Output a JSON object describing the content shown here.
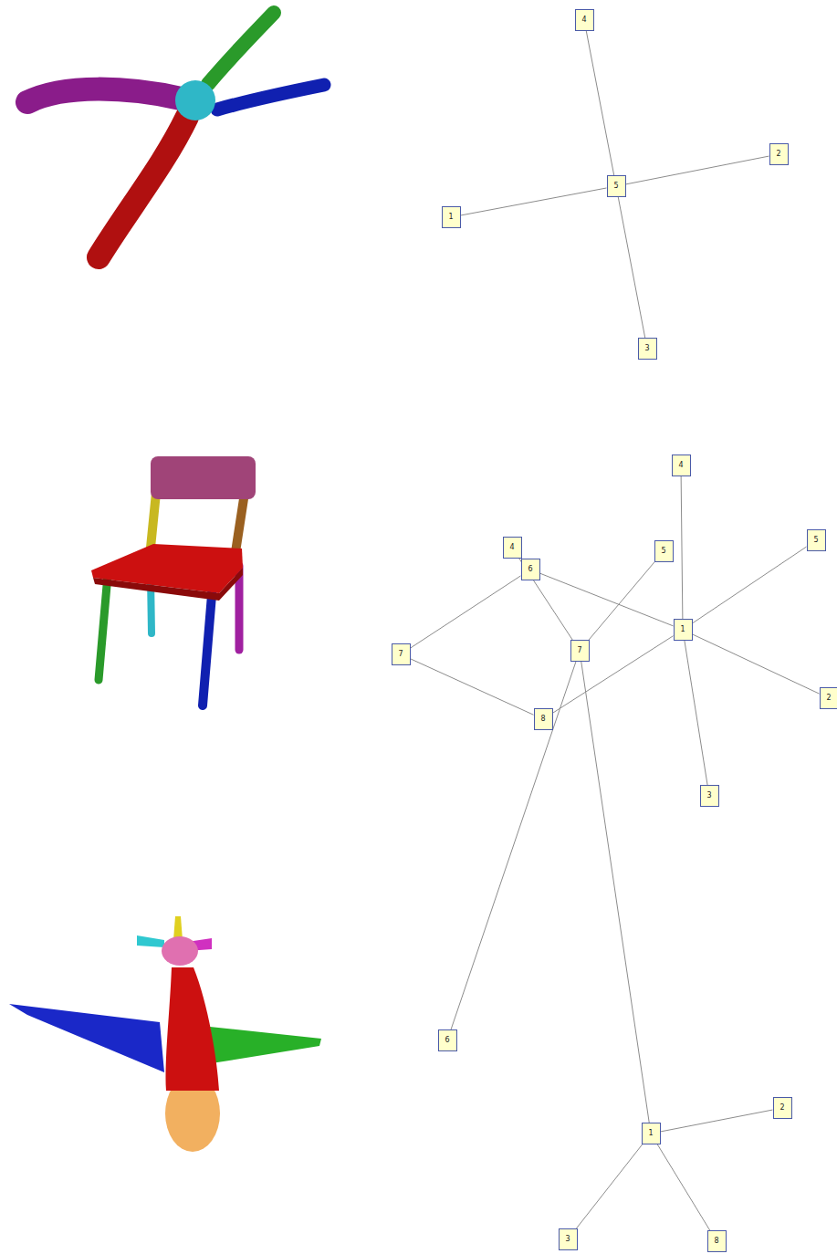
{
  "diagram": {
    "nodes": [
      {
        "text": [
          "4"
        ]
      },
      {
        "text": [
          "2"
        ]
      },
      {
        "text": [
          "5"
        ]
      },
      {
        "text": [
          "1"
        ]
      },
      {
        "text": [
          "3"
        ]
      },
      {
        "text": [
          "4"
        ]
      },
      {
        "text": [
          "5"
        ]
      },
      {
        "text": [
          "6"
        ]
      },
      {
        "text": [
          "1"
        ]
      },
      {
        "text": [
          "7"
        ]
      },
      {
        "text": [
          "2"
        ]
      },
      {
        "text": [
          "8"
        ]
      },
      {
        "text": [
          "3"
        ]
      },
      {
        "text": [
          "4"
        ]
      },
      {
        "text": [
          "5"
        ]
      },
      {
        "text": [
          "7"
        ]
      },
      {
        "text": [
          "6"
        ]
      },
      {
        "text": [
          "2"
        ]
      },
      {
        "text": [
          "1"
        ]
      },
      {
        "text": [
          "3"
        ]
      },
      {
        "text": [
          "8"
        ]
      }
    ],
    "edges": [
      {
        "from": 2,
        "to": 0,
        "arrow": "none"
      },
      {
        "from": 2,
        "to": 1,
        "arrow": "none"
      },
      {
        "from": 2,
        "to": 3,
        "arrow": "none"
      },
      {
        "from": 2,
        "to": 4,
        "arrow": "none"
      },
      {
        "from": 8,
        "to": 5,
        "arrow": "none"
      },
      {
        "from": 8,
        "to": 6,
        "arrow": "none"
      },
      {
        "from": 8,
        "to": 10,
        "arrow": "none"
      },
      {
        "from": 8,
        "to": 12,
        "arrow": "none"
      },
      {
        "from": 8,
        "to": 7,
        "arrow": "none"
      },
      {
        "from": 8,
        "to": 11,
        "arrow": "none"
      },
      {
        "from": 7,
        "to": 9,
        "arrow": "none"
      },
      {
        "from": 9,
        "to": 11,
        "arrow": "none"
      },
      {
        "from": 15,
        "to": 13,
        "arrow": "none"
      },
      {
        "from": 15,
        "to": 14,
        "arrow": "none"
      },
      {
        "from": 15,
        "to": 16,
        "arrow": "none"
      },
      {
        "from": 15,
        "to": 18,
        "arrow": "none"
      },
      {
        "from": 18,
        "to": 17,
        "arrow": "none"
      },
      {
        "from": 18,
        "to": 19,
        "arrow": "none"
      },
      {
        "from": 18,
        "to": 20,
        "arrow": "none"
      }
    ]
  }
}
